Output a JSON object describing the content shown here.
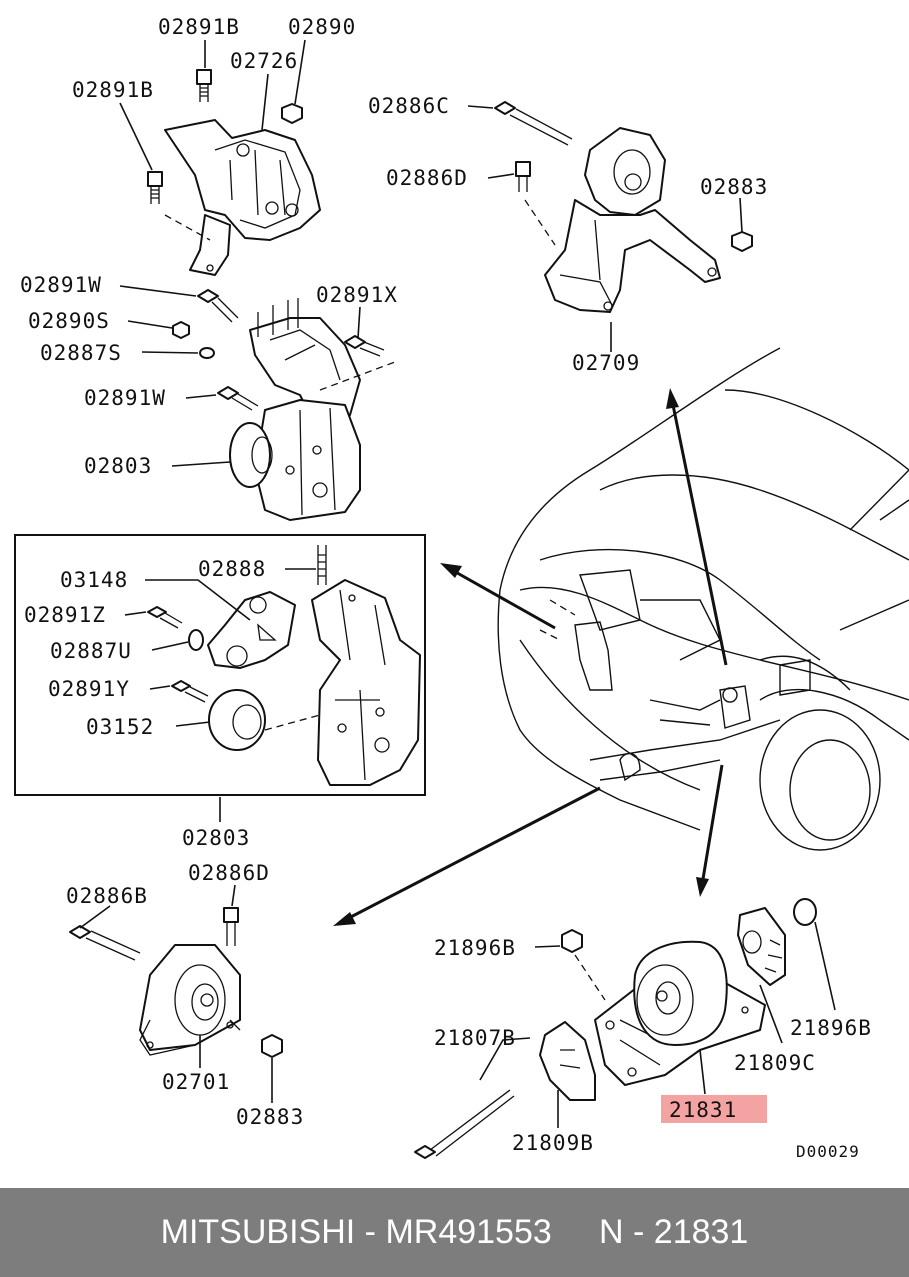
{
  "labels": {
    "l02891B_a": "02891B",
    "l02890": "02890",
    "l02726": "02726",
    "l02891B_b": "02891B",
    "l02891W_a": "02891W",
    "l02891X": "02891X",
    "l02890S": "02890S",
    "l02887S": "02887S",
    "l02891W_b": "02891W",
    "l02803_a": "02803",
    "l02886C": "02886C",
    "l02886D_a": "02886D",
    "l02883_a": "02883",
    "l02709": "02709",
    "l03148": "03148",
    "l02888": "02888",
    "l02891Z": "02891Z",
    "l02887U": "02887U",
    "l02891Y": "02891Y",
    "l03152": "03152",
    "l02803_b": "02803",
    "l02886B": "02886B",
    "l02886D_b": "02886D",
    "l02701": "02701",
    "l02883_b": "02883",
    "l21896B_a": "21896B",
    "l21896B_b": "21896B",
    "l21807B": "21807B",
    "l21809C": "21809C",
    "l21831": "21831",
    "l21809B": "21809B",
    "code": "D00029"
  },
  "highlight_color": "#f4a3a3",
  "footer": {
    "brand": "MITSUBISHI",
    "sep": " - ",
    "part_number": "MR491553",
    "gap": "     ",
    "ref": "N - 21831"
  }
}
